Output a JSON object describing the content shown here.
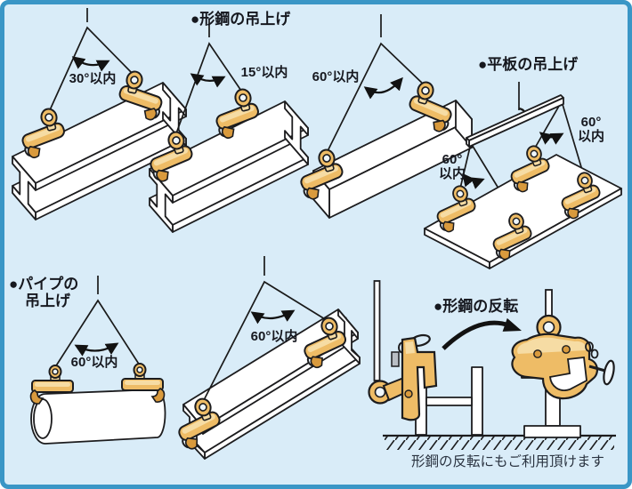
{
  "canvas": {
    "background_color": "#d9ecf8",
    "border_color": "#3a96c6"
  },
  "colors": {
    "clamp_light": "#f6dca4",
    "clamp_mid": "#eebc66",
    "clamp_dark": "#d99a3d",
    "outline": "#1c1c1e",
    "steel": "#ffffff",
    "text": "#16181f"
  },
  "sections": {
    "beam_lifting": {
      "title": "●形鋼の吊上げ",
      "angle_30": "30°以内",
      "angle_15": "15°以内",
      "angle_60": "60°以内"
    },
    "plate_lifting": {
      "title": "●平板の吊上げ",
      "angle_deg": "60°",
      "angle_unit": "以内"
    },
    "pipe_lifting": {
      "title_line1": "●パイプの",
      "title_line2": "吊上げ",
      "angle": "60°以内"
    },
    "inclined_beam": {
      "angle": "60°以内"
    },
    "reversal": {
      "title": "●形鋼の反転",
      "caption": "形鋼の反転にもご利用頂けます"
    }
  }
}
